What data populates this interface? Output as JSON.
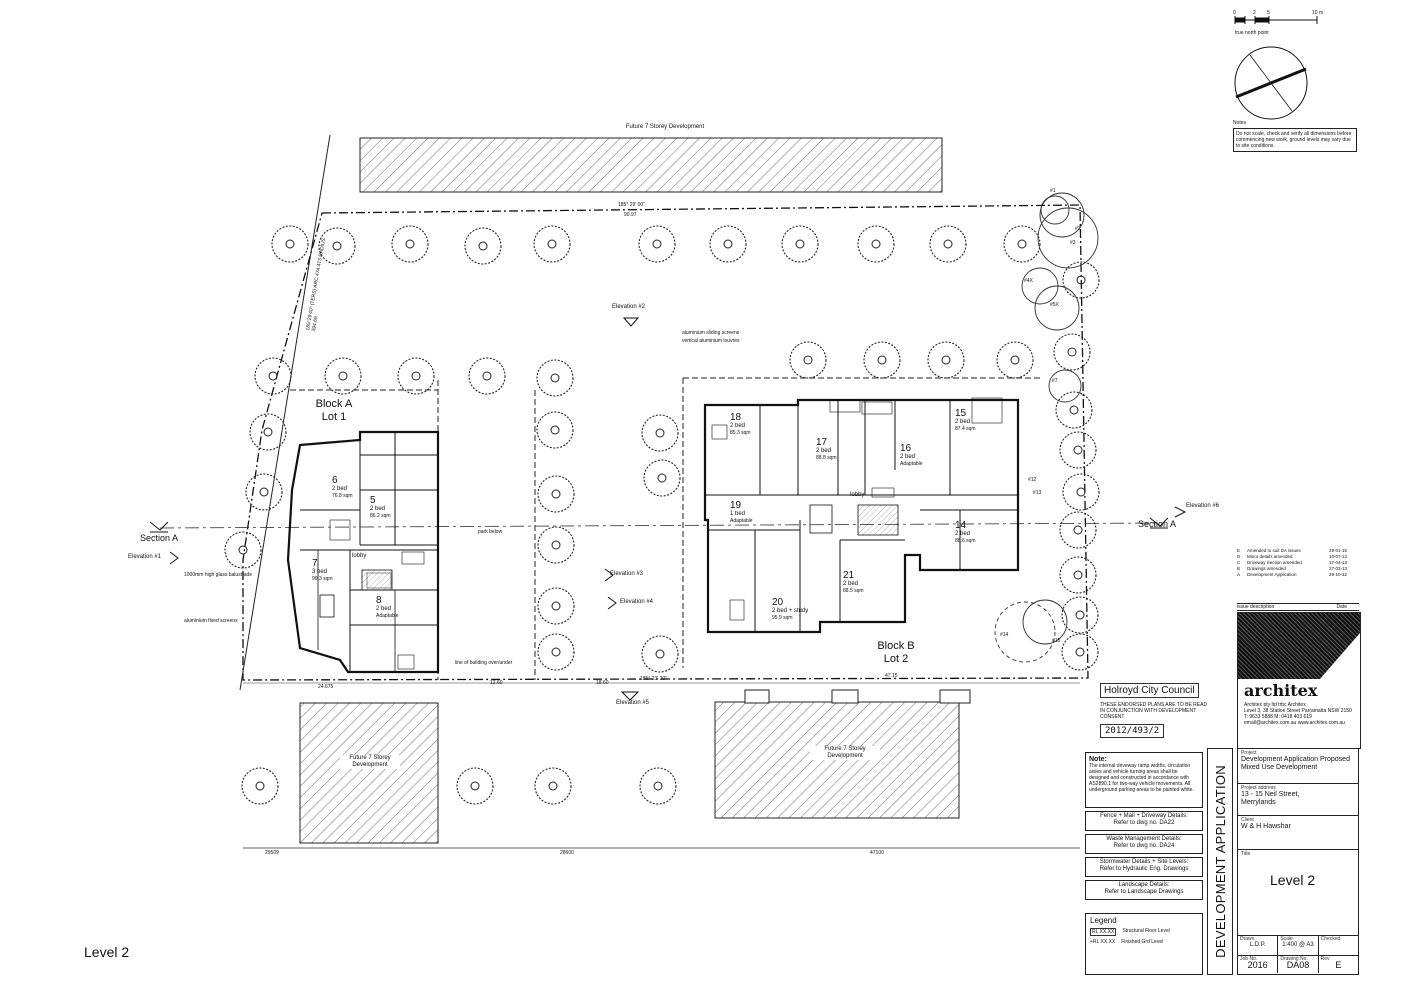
{
  "page_caption": "Level 2",
  "scale_bar": {
    "ticks": [
      "0",
      "2",
      "5",
      "10 m"
    ],
    "label": "true north point"
  },
  "nb": {
    "title": "Notes",
    "text": "Do not scale, check and verify all dimensions before commencing new work, ground levels may vary due to site conditions."
  },
  "site": {
    "future_top": "Future 7 Storey Development",
    "future_bottom_left": "Future 7 Storey Development",
    "future_bottom_right": "Future 7 Storey Development",
    "top_bearing": "185° 29' 00\"",
    "top_dim": "90.97",
    "bottom_bearing": "185° 23' 20\"",
    "bottom_dims": [
      "24.675",
      "12.60",
      "18.60",
      "47.15"
    ],
    "left_boundary": "185°29'40\" (TERS) ARC 474.473 RADIUS 394.69",
    "bottom_overall": [
      "29509",
      "28600",
      "47100"
    ]
  },
  "markers": {
    "section_a_left": "Section A",
    "section_a_right": "Section A",
    "elevation_1": "Elevation #1",
    "elevation_2": "Elevation #2",
    "elevation_3": "Elevation #3",
    "elevation_4": "Elevation #4",
    "elevation_5": "Elevation #5",
    "elevation_6": "Elevation #6"
  },
  "block_a": {
    "title": "Block A",
    "lot": "Lot 1",
    "lobby": "lobby",
    "notes": [
      "1000mm high glass balustrade",
      "aluminium fixed screens",
      "line of building over/under",
      "park below"
    ],
    "units": [
      {
        "num": "6",
        "type": "2 bed",
        "area": "76.8 sqm"
      },
      {
        "num": "5",
        "type": "2 bed",
        "area": "86.2 sqm"
      },
      {
        "num": "7",
        "type": "3 bed",
        "area": "99.3 sqm"
      },
      {
        "num": "8",
        "type": "2 bed",
        "area": "Adaptable"
      }
    ]
  },
  "block_b": {
    "title": "Block B",
    "lot": "Lot 2",
    "lobby": "lobby",
    "notes": [
      "aluminium sliding screens",
      "vertical aluminium louvres"
    ],
    "units": [
      {
        "num": "18",
        "type": "2 bed",
        "area": "85.3 sqm"
      },
      {
        "num": "17",
        "type": "2 bed",
        "area": "88.8 sqm"
      },
      {
        "num": "16",
        "type": "2 bed",
        "area": "Adaptable"
      },
      {
        "num": "15",
        "type": "2 bed",
        "area": "87.4 sqm"
      },
      {
        "num": "19",
        "type": "1 bed",
        "area": "Adaptable"
      },
      {
        "num": "14",
        "type": "2 bed",
        "area": "88.6 sqm"
      },
      {
        "num": "20",
        "type": "2 bed + study",
        "area": "95.9 sqm"
      },
      {
        "num": "21",
        "type": "2 bed",
        "area": "88.5 sqm"
      }
    ]
  },
  "trees": [
    "#1",
    "#2",
    "#3",
    "#4X",
    "#5X",
    "#7",
    "#12",
    "#13",
    "#14",
    "#15"
  ],
  "stamp": {
    "council": "Holroyd City Council",
    "text": "THESE ENDORSED PLANS ARE TO BE READ IN CONJUNCTION WITH DEVELOPMENT CONSENT",
    "number": "2012/493/2"
  },
  "revisions": {
    "rows": [
      {
        "rev": "E",
        "desc": "Amended to suit DA issues",
        "date": "29-01-15"
      },
      {
        "rev": "D",
        "desc": "Minor details amended",
        "date": "10-07-13"
      },
      {
        "rev": "C",
        "desc": "Driveway Section amended",
        "date": "17-04-13"
      },
      {
        "rev": "B",
        "desc": "Drawings amended",
        "date": "27-03-13"
      },
      {
        "rev": "A",
        "desc": "Development Application",
        "date": "29-10-12"
      }
    ],
    "header_desc": "issue description",
    "header_date": "Date"
  },
  "architect": {
    "name": "architex",
    "line1": "Architex pty ltd trbc Architex",
    "line2": "Level 3, 38 Station Street Parramatta NSW 2150",
    "line3": "T: 9633 5888  M: 0418 403 619",
    "line4": "email@architex.com.au  www.architex.com.au"
  },
  "notes_box": {
    "title": "Note:",
    "text": "The internal driveway ramp widths, circulation aisles and vehicle turning areas shall be designed and constructed in accordance with AS2890.1 for two-way vehicle movements. All underground parking areas to be painted white."
  },
  "refs": [
    {
      "title": "Fence + Mail + Driveway Details:",
      "text": "Refer to dwg no. DA22"
    },
    {
      "title": "Waste Management Details:",
      "text": "Refer to dwg no. DA24"
    },
    {
      "title": "Stormwater Details + Site Levels:",
      "text": "Refer to Hydraulic Eng. Drawings"
    },
    {
      "title": "Landscape Details:",
      "text": "Refer to Landscape Drawings"
    }
  ],
  "legend": {
    "title": "Legend",
    "items": [
      {
        "code": "RL XX.XX",
        "desc": "Structural Floor Level"
      },
      {
        "code": "+RL XX.XX",
        "desc": "Finished Grd Level"
      }
    ]
  },
  "vertical_banner": "DEVELOPMENT APPLICATION",
  "title_block": {
    "project_label": "Project",
    "project": "Development Application Proposed Mixed Use Development",
    "address_label": "Project address",
    "address": "13 - 15 Neil Street, Merrylands",
    "client_label": "Client",
    "client": "W & H Hawshar",
    "title_label": "Title",
    "title": "Level 2",
    "drawn_label": "Drawn",
    "drawn": "L.D.P.",
    "scale_label": "Scale",
    "scale": "1:400 @ A3",
    "checked_label": "Checked",
    "checked": "",
    "job_label": "Job No.",
    "job": "2016",
    "drawing_label": "Drawing No.",
    "drawing": "DA08",
    "rev_label": "Rev",
    "rev": "E"
  }
}
